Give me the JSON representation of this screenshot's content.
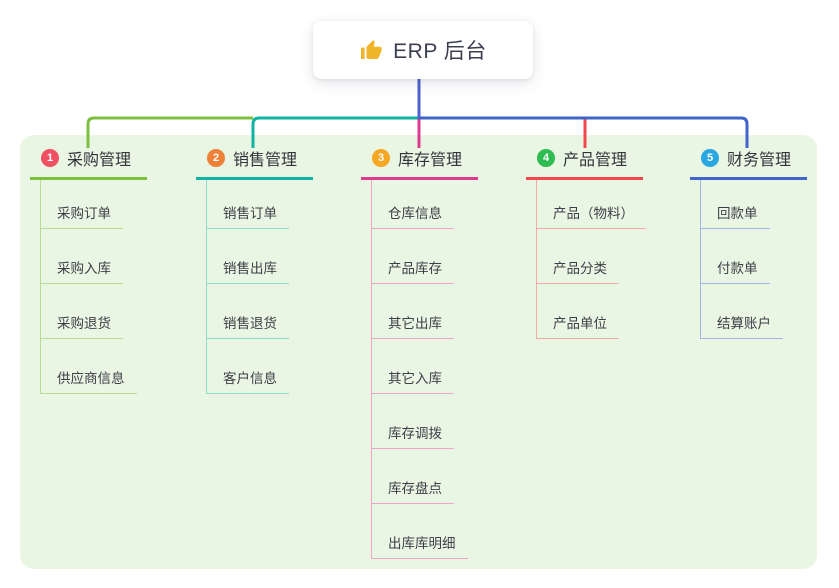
{
  "root": {
    "title": "ERP 后台",
    "icon": "thumbs-up-icon"
  },
  "branches": [
    {
      "index": "1",
      "label": "采购管理",
      "badge_color": "#f15063",
      "line_color": "#7dbf3f",
      "light_color": "#b9dc92",
      "items": [
        "采购订单",
        "采购入库",
        "采购退货",
        "供应商信息"
      ]
    },
    {
      "index": "2",
      "label": "销售管理",
      "badge_color": "#f08138",
      "line_color": "#0fb5a2",
      "light_color": "#8edacd",
      "items": [
        "销售订单",
        "销售出库",
        "销售退货",
        "客户信息"
      ]
    },
    {
      "index": "3",
      "label": "库存管理",
      "badge_color": "#f6a723",
      "line_color": "#dd3a90",
      "light_color": "#f0a6cc",
      "items": [
        "仓库信息",
        "产品库存",
        "其它出库",
        "其它入库",
        "库存调拨",
        "库存盘点",
        "出库库明细"
      ]
    },
    {
      "index": "4",
      "label": "产品管理",
      "badge_color": "#2fbc52",
      "line_color": "#f5464e",
      "light_color": "#f9a8a8",
      "items": [
        "产品（物料）",
        "产品分类",
        "产品单位"
      ]
    },
    {
      "index": "5",
      "label": "财务管理",
      "badge_color": "#29a7e1",
      "line_color": "#4164c9",
      "light_color": "#a3b5e3",
      "items": [
        "回款单",
        "付款单",
        "结算账户"
      ]
    }
  ],
  "colors": {
    "background": "#ffffff",
    "panel_bg": "#e9f6e3",
    "root_drop": "#4c62cf",
    "thumb_yellow": "#f0b429"
  }
}
